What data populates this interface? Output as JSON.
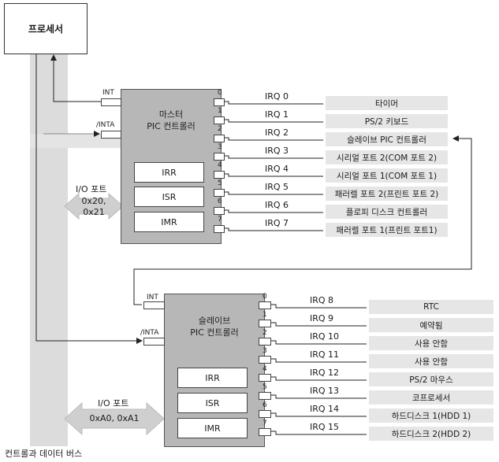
{
  "cpu": {
    "label": "프로세서"
  },
  "bus": {
    "label": "컨트롤과 데이터 버스"
  },
  "master": {
    "title_line1": "마스터",
    "title_line2": "PIC 컨트롤러",
    "int_label": "INT",
    "inta_label": "/INTA",
    "registers": [
      "IRR",
      "ISR",
      "IMR"
    ],
    "io_label": "I/O 포트",
    "io_ports": [
      "0x20,",
      "0x21"
    ],
    "pins": [
      "0",
      "1",
      "2",
      "3",
      "4",
      "5",
      "6",
      "7"
    ],
    "irqs": [
      "IRQ 0",
      "IRQ 1",
      "IRQ 2",
      "IRQ 3",
      "IRQ 4",
      "IRQ 5",
      "IRQ 6",
      "IRQ 7"
    ],
    "devices": [
      "타이머",
      "PS/2 키보드",
      "슬레이브 PIC 컨트롤러",
      "시리얼 포트 2(COM 포트 2)",
      "시리얼 포트 1(COM 포트 1)",
      "패러렐 포트 2(프린트 포트 2)",
      "플로피 디스크 컨트롤러",
      "패러렐 포트 1(프린트 포트1)"
    ]
  },
  "slave": {
    "title_line1": "슬레이브",
    "title_line2": "PIC 컨트롤러",
    "int_label": "INT",
    "inta_label": "/INTA",
    "registers": [
      "IRR",
      "ISR",
      "IMR"
    ],
    "io_label": "I/O 포트",
    "io_ports": "0xA0,  0xA1",
    "pins": [
      "0",
      "1",
      "2",
      "3",
      "4",
      "5",
      "6",
      "7"
    ],
    "irqs": [
      "IRQ 8",
      "IRQ 9",
      "IRQ 10",
      "IRQ 11",
      "IRQ 12",
      "IRQ 13",
      "IRQ 14",
      "IRQ 15"
    ],
    "devices": [
      "RTC",
      "예약됨",
      "사용 안함",
      "사용 안함",
      "PS/2 마우스",
      "코프로세서",
      "하드디스크 1(HDD 1)",
      "하드디스크 2(HDD 2)"
    ]
  }
}
